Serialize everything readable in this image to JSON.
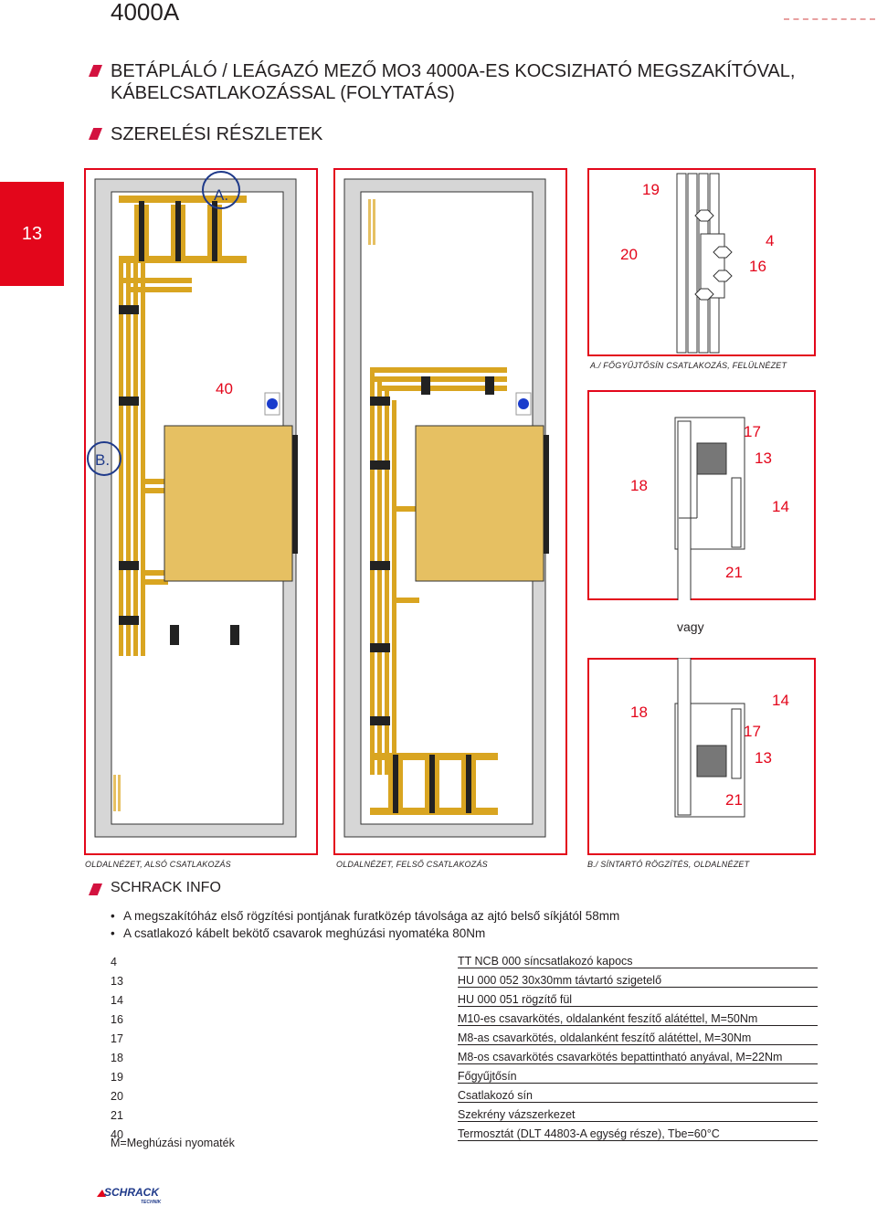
{
  "header": {
    "title": "4000A"
  },
  "headings": {
    "h1_line1": "BETÁPLÁLÓ / LEÁGAZÓ MEZŐ MO3 4000A-ES KOCSIZHATÓ MEGSZAKÍTÓVAL,",
    "h1_line2": "KÁBELCSATLAKOZÁSSAL (FOLYTATÁS)",
    "h2": "SZERELÉSI RÉSZLETEK"
  },
  "side_tab": "13",
  "diagrams": {
    "left": {
      "marker_a": "A.",
      "marker_b": "B.",
      "thermostat_label": "40",
      "caption": "OLDALNÉZET, ALSÓ CSATLAKOZÁS"
    },
    "middle": {
      "caption": "OLDALNÉZET, FELSŐ CSATLAKOZÁS"
    },
    "detail_a": {
      "labels": [
        "19",
        "20",
        "4",
        "16"
      ],
      "caption": "A./ FŐGYŰJTŐSÍN CSATLAKOZÁS, FELÜLNÉZET"
    },
    "detail_b1": {
      "labels": [
        "17",
        "13",
        "18",
        "14",
        "21"
      ]
    },
    "or_text": "vagy",
    "detail_b2": {
      "labels": [
        "18",
        "14",
        "17",
        "13",
        "21"
      ],
      "caption": "B./ SÍNTARTÓ RÖGZÍTÉS, OLDALNÉZET"
    }
  },
  "info": {
    "title": "SCHRACK INFO",
    "items": [
      "A megszakítóház első rögzítési pontjának furatközép távolsága az ajtó belső síkjától 58mm",
      "A csatlakozó kábelt bekötő csavarok meghúzási nyomatéka 80Nm"
    ]
  },
  "legend": [
    {
      "num": "4",
      "text": "TT NCB 000 síncsatlakozó kapocs"
    },
    {
      "num": "13",
      "text": "HU 000 052 30x30mm távtartó szigetelő"
    },
    {
      "num": "14",
      "text": "HU 000 051 rögzítő fül"
    },
    {
      "num": "16",
      "text": "M10-es csavarkötés, oldalanként feszítő alátéttel, M=50Nm"
    },
    {
      "num": "17",
      "text": "M8-as csavarkötés, oldalanként feszítő alátéttel, M=30Nm"
    },
    {
      "num": "18",
      "text": "M8-os csavarkötés csavarkötés bepattintható anyával, M=22Nm"
    },
    {
      "num": "19",
      "text": "Főgyűjtősín"
    },
    {
      "num": "20",
      "text": "Csatlakozó sín"
    },
    {
      "num": "21",
      "text": "Szekrény vázszerkezet"
    },
    {
      "num": "40",
      "text": "Termosztát (DLT 44803-A egység része), Tbe=60°C"
    }
  ],
  "legend_note": "M=Meghúzási nyomaték",
  "logo": {
    "brand": "SCHRACK",
    "sub": "TECHNIK"
  },
  "colors": {
    "accent_red": "#e3061b",
    "busbar": "#d9a521",
    "breaker": "#e6c062",
    "frame_grey": "#d0d0d0"
  }
}
